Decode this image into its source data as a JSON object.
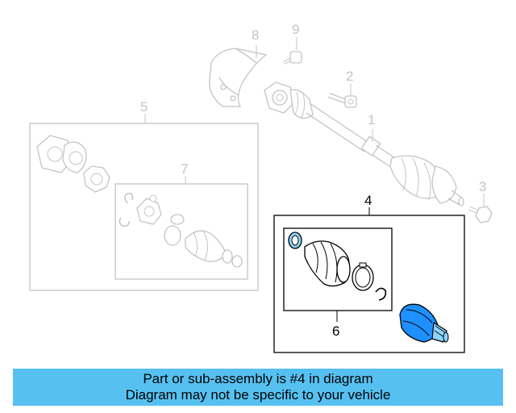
{
  "colors": {
    "banner_bg": "#56c1f1",
    "highlight": "#1e90ff",
    "highlight_light": "#8fd3ff",
    "faded": "#c4c4c4",
    "active": "#000000"
  },
  "callouts": {
    "c1": "1",
    "c2": "2",
    "c3": "3",
    "c4": "4",
    "c5": "5",
    "c6": "6",
    "c7": "7",
    "c8": "8",
    "c9": "9"
  },
  "banner": {
    "line1": "Part or sub-assembly is #4 in diagram",
    "line2": "Diagram may not be specific to your vehicle"
  }
}
